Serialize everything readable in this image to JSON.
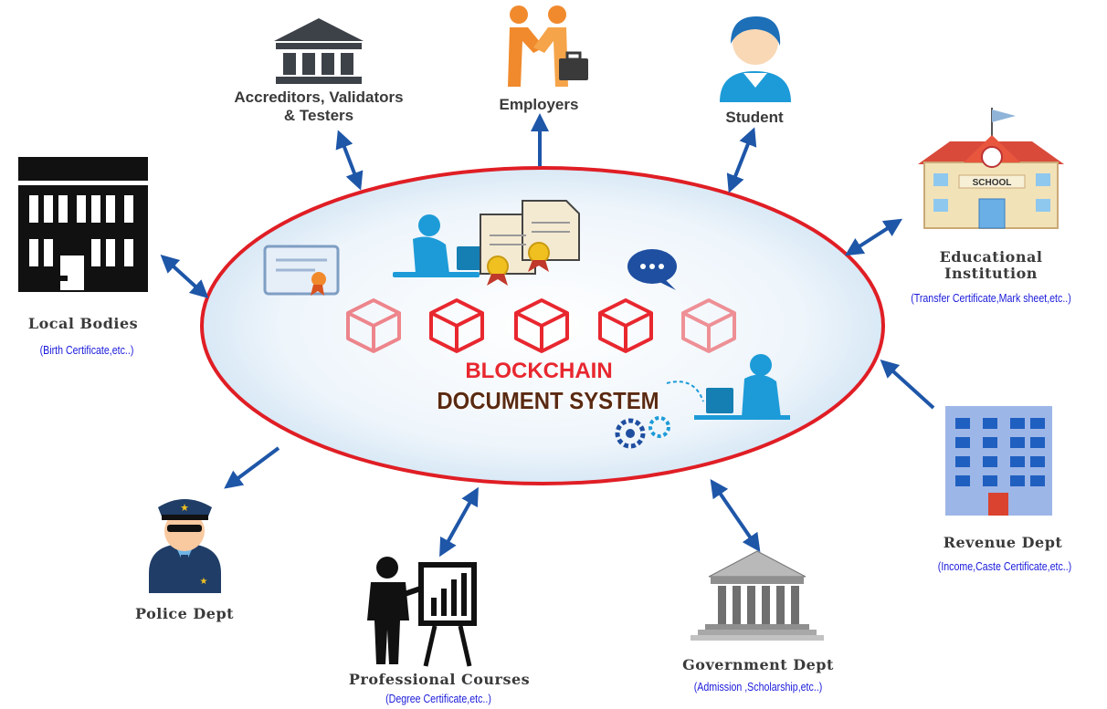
{
  "center": {
    "title_line1": "BLOCKCHAIN",
    "title_line2": "DOCUMENT SYSTEM"
  },
  "nodes": {
    "accreditors": {
      "label": "Accreditors, Validators\n& Testers",
      "icon": "bank-icon"
    },
    "employers": {
      "label": "Employers",
      "icon": "handshake-icon"
    },
    "student": {
      "label": "Student",
      "icon": "student-icon"
    },
    "educational": {
      "label": "Educational\nInstitution",
      "note": "(Transfer Certificate,Mark sheet,etc..)",
      "icon": "school-icon"
    },
    "local_bodies": {
      "label": "Local Bodies",
      "note": "(Birth Certificate,etc..)",
      "icon": "building-icon"
    },
    "revenue": {
      "label": "Revenue Dept",
      "note": "(Income,Caste Certificate,etc..)",
      "icon": "office-building-icon"
    },
    "police": {
      "label": "Police Dept",
      "icon": "police-officer-icon"
    },
    "professional": {
      "label": "Professional Courses",
      "note": "(Degree Certificate,etc..)",
      "icon": "presenter-icon"
    },
    "government": {
      "label": "Government Dept",
      "note": "(Admission ,Scholarship,etc..)",
      "icon": "government-building-icon"
    }
  },
  "colors": {
    "ellipse_stroke": "#e01e25",
    "arrow": "#1e56a8",
    "block_red": "#e8272f",
    "icon_blue": "#1d9bd8",
    "note_text": "#1a1adb"
  }
}
